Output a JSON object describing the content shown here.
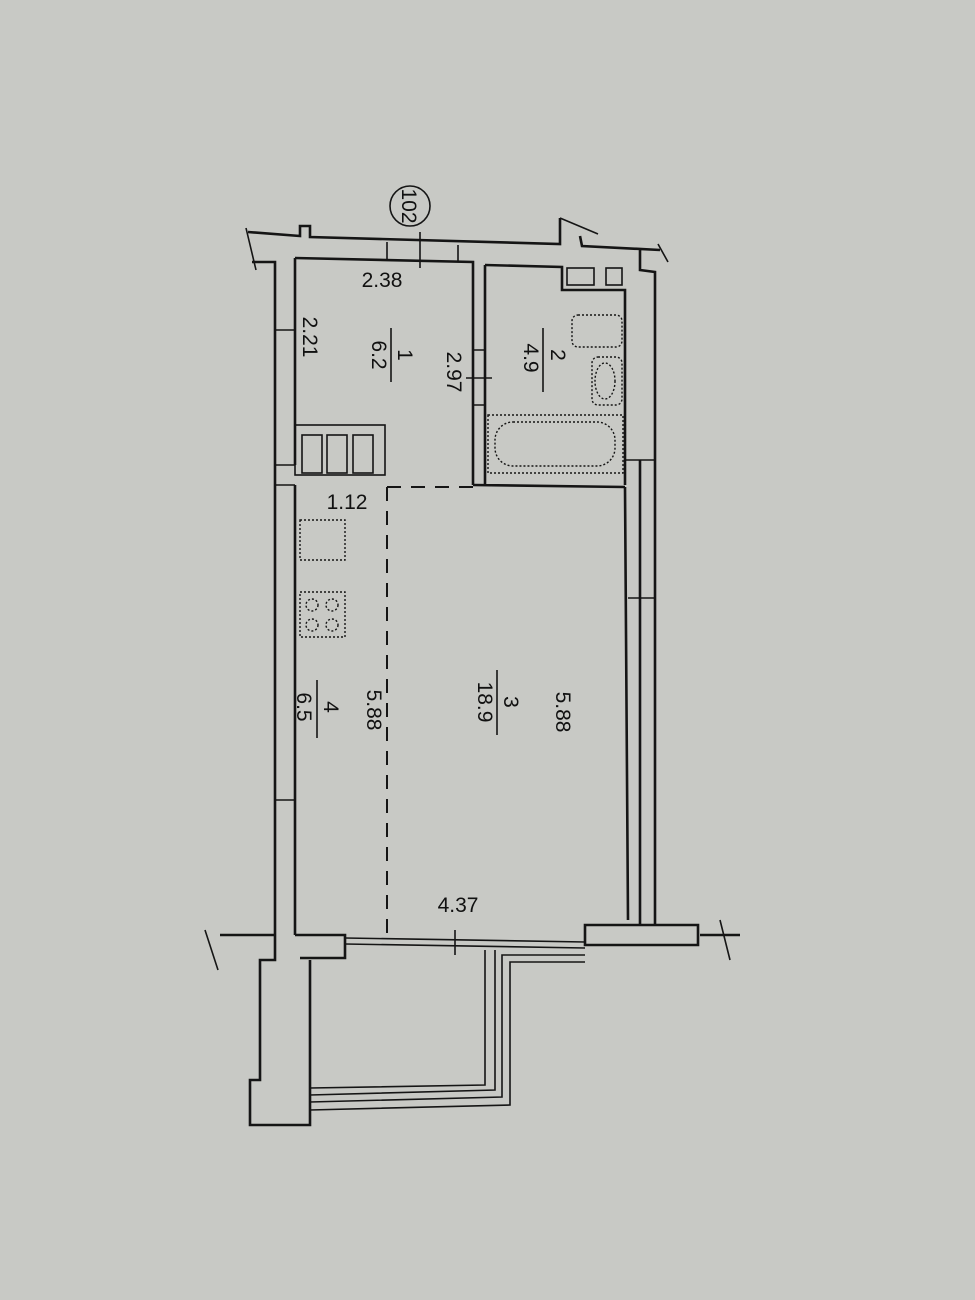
{
  "plan": {
    "apartment_number": "102",
    "dimensions": {
      "room1_width": "2.38",
      "room1_side": "2.21",
      "room1_depth": "2.97",
      "kitchen_width": "1.12",
      "kitchen_length": "5.88",
      "living_length": "5.88",
      "living_width": "4.37"
    },
    "rooms": [
      {
        "number": "1",
        "area": "6.2"
      },
      {
        "number": "2",
        "area": "4.9"
      },
      {
        "number": "3",
        "area": "18.9"
      },
      {
        "number": "4",
        "area": "6.5"
      }
    ]
  }
}
